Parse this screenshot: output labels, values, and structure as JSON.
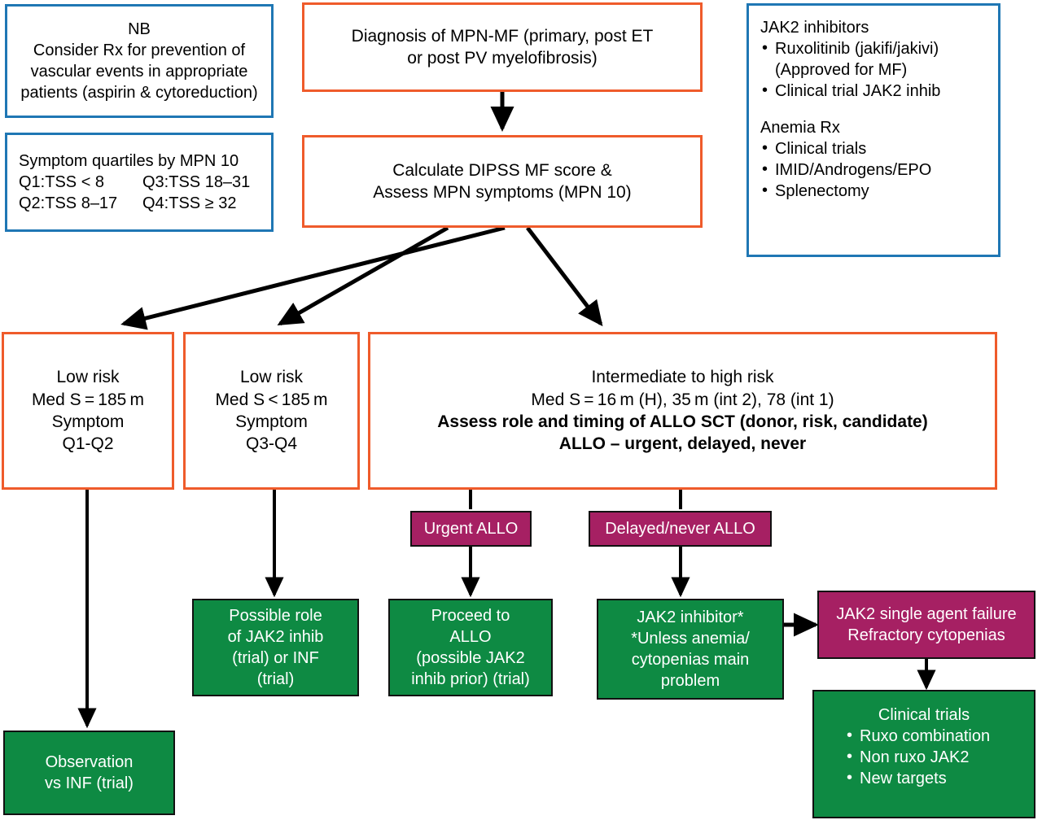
{
  "figure": {
    "kind": "clinical-treatment-algorithm-flowchart",
    "colors": {
      "blue_border": "#1f77b4",
      "orange_border": "#ef5b2b",
      "green_fill": "#0e8a43",
      "purple_fill": "#a62063",
      "arrow": "#000000",
      "box_fill": "#ffffff"
    }
  },
  "nb_note": {
    "title": "NB",
    "line1": "Consider Rx for prevention of",
    "line2": "vascular events in appropriate",
    "line3": "patients (aspirin & cytoreduction)"
  },
  "symptom_quartiles": {
    "title": "Symptom quartiles by MPN 10",
    "q1": "Q1:TSS < 8",
    "q3": "Q3:TSS 18–31",
    "q2": "Q2:TSS 8–17",
    "q4": "Q4:TSS ≥ 32"
  },
  "diagnosis": {
    "line1": "Diagnosis of MPN-MF (primary, post ET",
    "line2": "or post PV myelofibrosis)"
  },
  "calculate": {
    "line1": "Calculate DIPSS MF score &",
    "line2": "Assess MPN symptoms (MPN 10)"
  },
  "treatments": {
    "jak2_title": "JAK2 inhibitors",
    "jak2_items": [
      "Ruxolitinib (jakifi/jakivi)",
      "Clinical trial JAK2 inhib"
    ],
    "jak2_sub": "(Approved for MF)",
    "anemia_title": "Anemia Rx",
    "anemia_items": [
      "Clinical trials",
      "IMID/Androgens/EPO",
      "Splenectomy"
    ]
  },
  "risk_low_1": {
    "line1": "Low risk",
    "line2": "Med S = 185 m",
    "line3": "Symptom",
    "line4": "Q1-Q2"
  },
  "risk_low_2": {
    "line1": "Low risk",
    "line2": "Med S < 185 m",
    "line3": "Symptom",
    "line4": "Q3-Q4"
  },
  "risk_high": {
    "line1": "Intermediate to high risk",
    "line2": "Med S = 16 m (H), 35 m (int 2), 78 (int 1)",
    "line3": "Assess role and timing of ALLO SCT (donor, risk, candidate)",
    "line4": "ALLO – urgent, delayed, never"
  },
  "urgent_allo": {
    "label": "Urgent ALLO"
  },
  "delayed_allo": {
    "label": "Delayed/never ALLO"
  },
  "observation": {
    "line1": "Observation",
    "line2": "vs INF (trial)"
  },
  "possible_role": {
    "line1": "Possible role",
    "line2": "of JAK2 inhib",
    "line3": "(trial) or INF",
    "line4": "(trial)"
  },
  "proceed_allo": {
    "line1": "Proceed to",
    "line2": "ALLO",
    "line3": "(possible JAK2",
    "line4": "inhib prior) (trial)"
  },
  "jak2_inhibitor": {
    "line1": "JAK2 inhibitor*",
    "line2": "*Unless anemia/",
    "line3": "cytopenias main",
    "line4": "problem"
  },
  "failure": {
    "line1": "JAK2 single agent failure",
    "line2": "Refractory cytopenias"
  },
  "clinical_trials": {
    "title": "Clinical trials",
    "items": [
      "Ruxo combination",
      "Non ruxo JAK2",
      "New targets"
    ]
  }
}
